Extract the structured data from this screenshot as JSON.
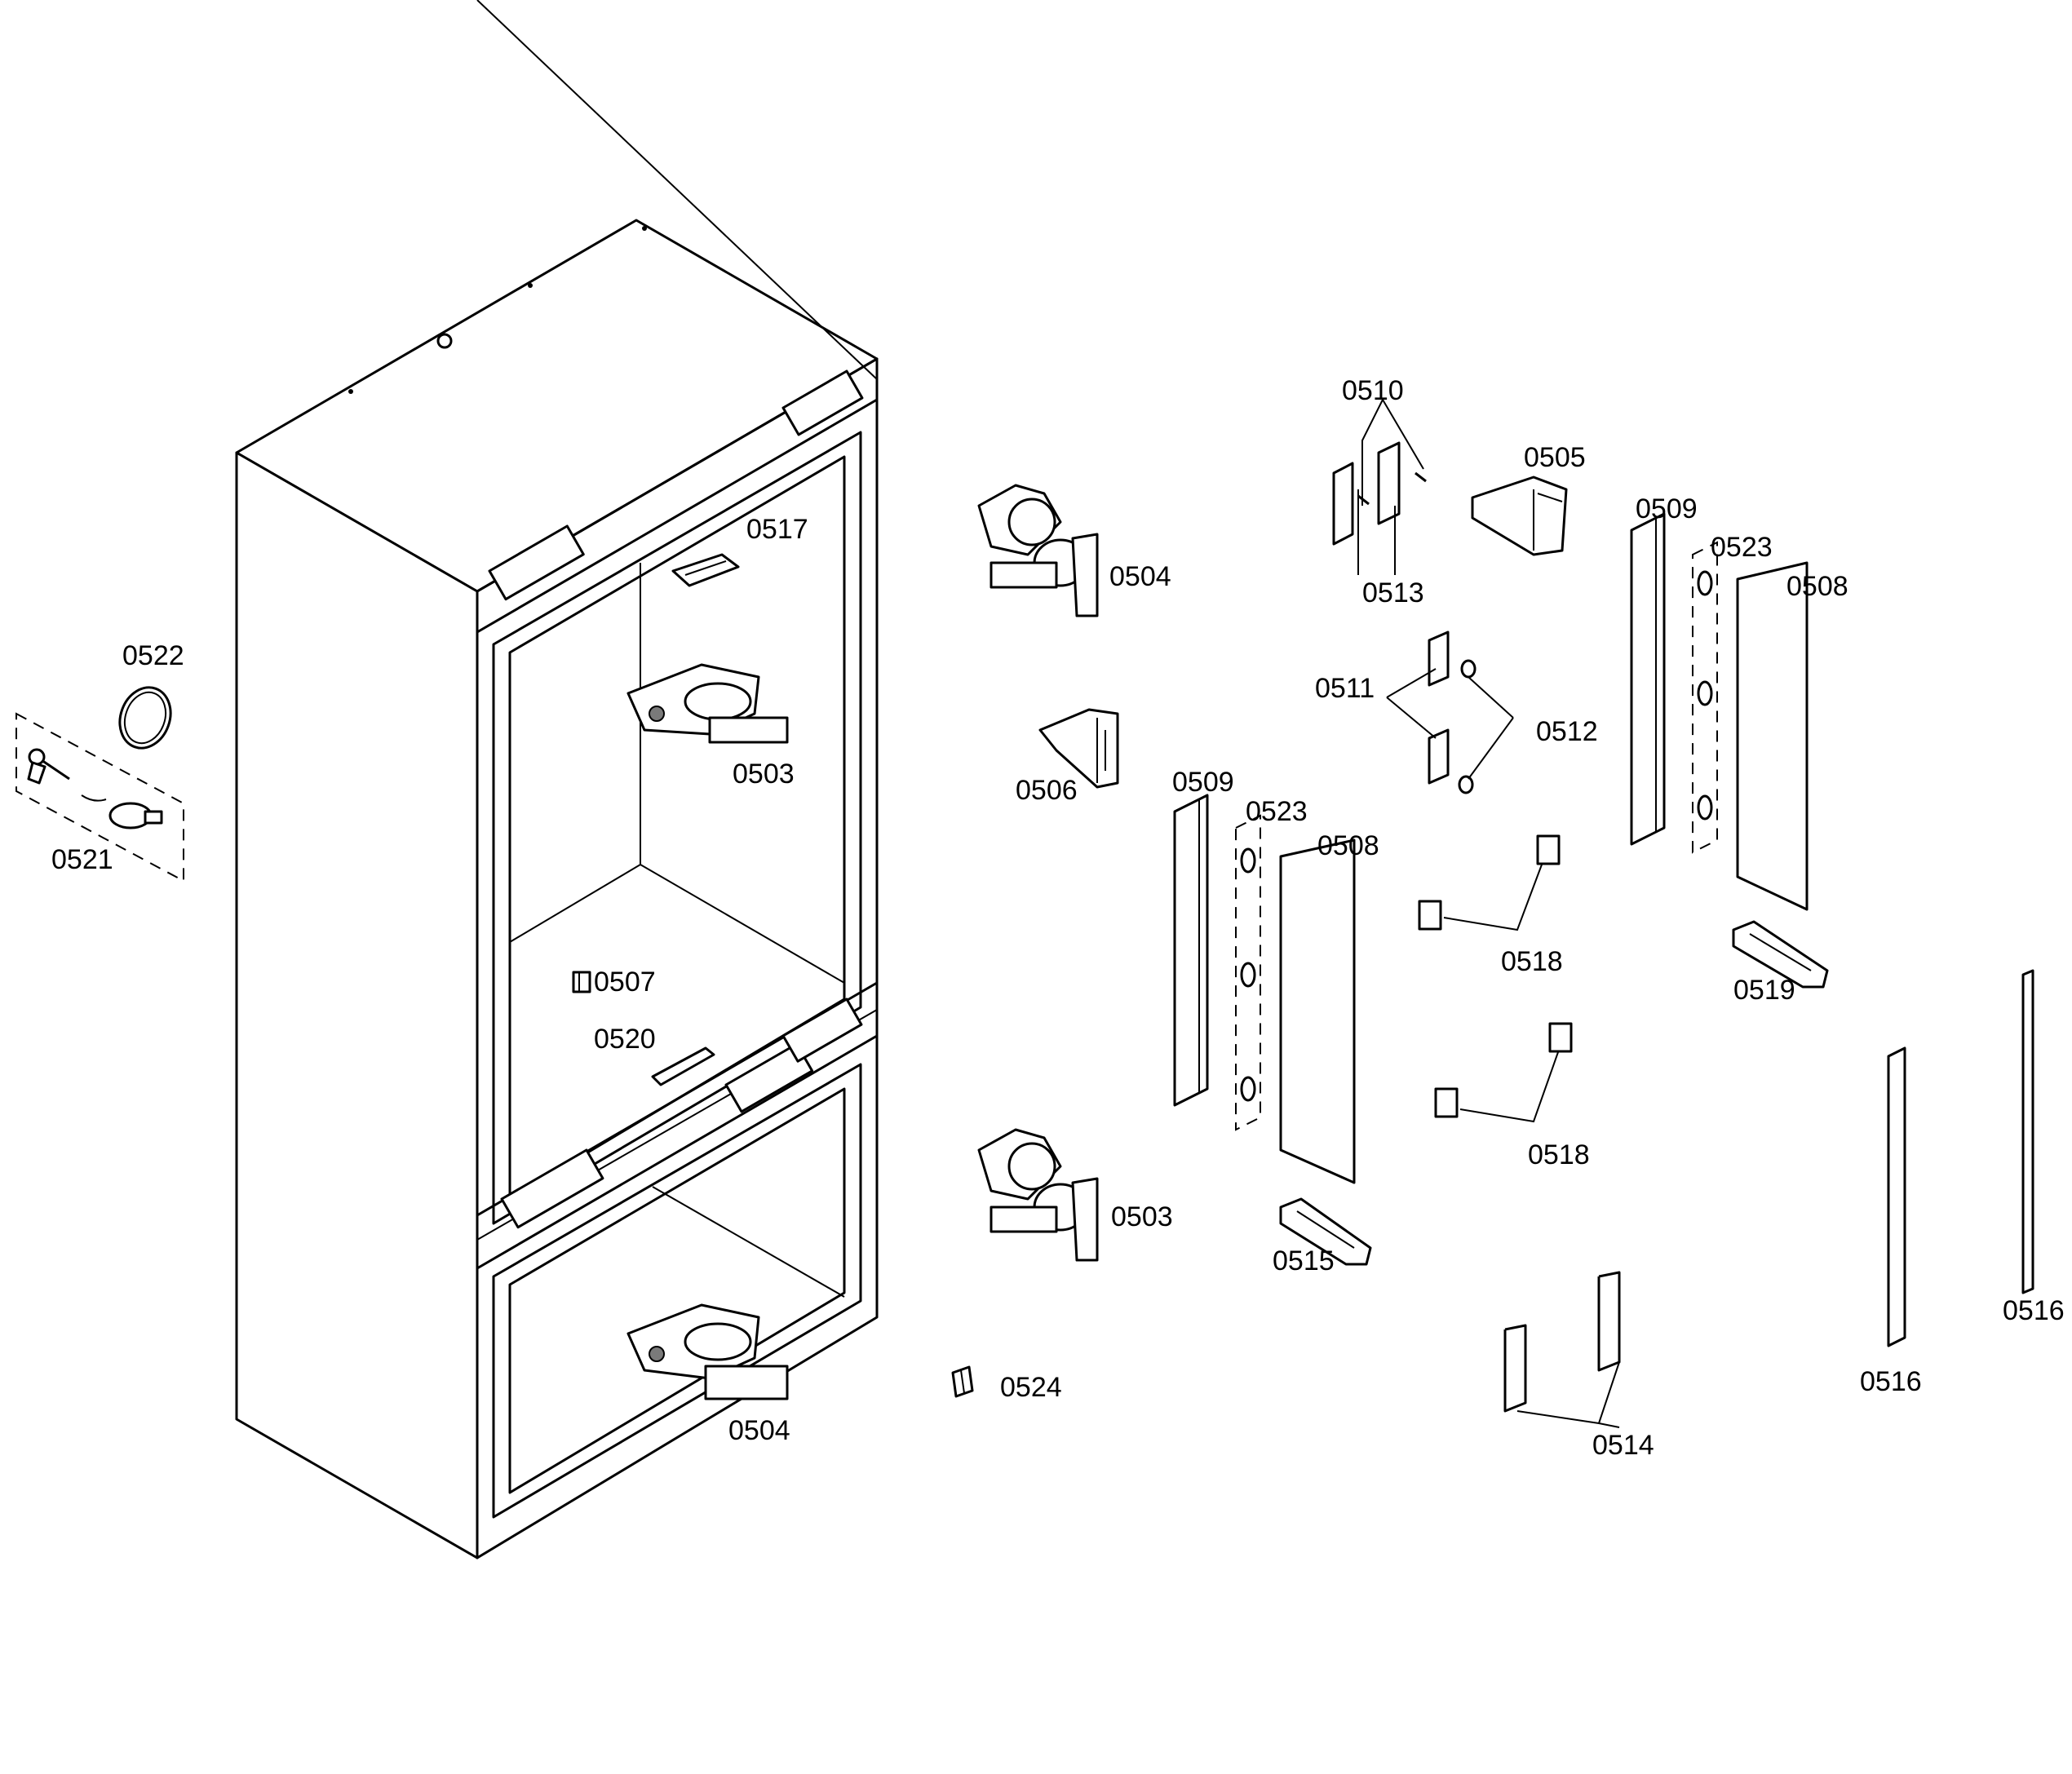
{
  "labels": {
    "p0503_upper": "0503",
    "p0503_lower": "0503",
    "p0504_upper": "0504",
    "p0504_lower": "0504",
    "p0505": "0505",
    "p0506": "0506",
    "p0507": "0507",
    "p0508_a": "0508",
    "p0508_b": "0508",
    "p0509_a": "0509",
    "p0509_b": "0509",
    "p0510": "0510",
    "p0511": "0511",
    "p0512": "0512",
    "p0513": "0513",
    "p0514": "0514",
    "p0515": "0515",
    "p0516_a": "0516",
    "p0516_b": "0516",
    "p0517": "0517",
    "p0518_a": "0518",
    "p0518_b": "0518",
    "p0519": "0519",
    "p0520": "0520",
    "p0521": "0521",
    "p0522": "0522",
    "p0523_a": "0523",
    "p0523_b": "0523",
    "p0524": "0524"
  }
}
